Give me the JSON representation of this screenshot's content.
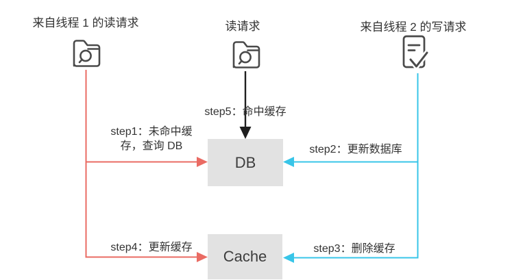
{
  "diagram": {
    "actors": {
      "left": {
        "title": "来自线程 1 的读请求",
        "icon": "folder-search-icon"
      },
      "center": {
        "title": "读请求",
        "icon": "folder-search-icon"
      },
      "right": {
        "title": "来自线程 2 的写请求",
        "icon": "document-check-icon"
      }
    },
    "nodes": {
      "db": "DB",
      "cache": "Cache"
    },
    "steps": {
      "step1": "step1：未命中缓存，查询 DB",
      "step2": "step2：更新数据库",
      "step3": "step3：删除缓存",
      "step4": "step4：更新缓存",
      "step5": "step5：命中缓存"
    },
    "colors": {
      "red": "#ea6b63",
      "cyan": "#38c5e8",
      "black": "#1e1e1e",
      "box_fill": "#e2e2e2",
      "icon": "#4a4a4a",
      "text": "#333333"
    }
  }
}
